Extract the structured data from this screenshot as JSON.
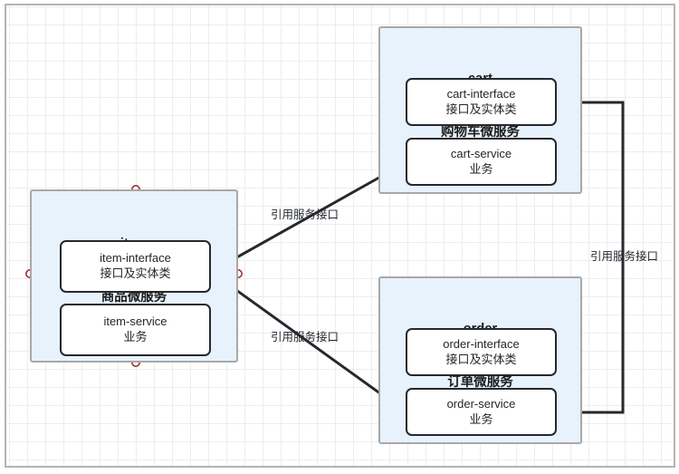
{
  "diagram": {
    "type": "microservice-architecture",
    "canvas": {
      "grid": "on",
      "background_color": "#ffffff",
      "grid_color": "#ededed"
    },
    "colors": {
      "group_fill": "#e8f2fc",
      "group_border": "#a8a8a8",
      "node_fill": "#ffffff",
      "node_border": "#25282d",
      "edge": "#25282d",
      "handle": "#a03030"
    },
    "groups": [
      {
        "id": "item",
        "title_en": "item",
        "title_cn": "商品微服务",
        "nodes": [
          {
            "id": "item-interface",
            "name_en": "item-interface",
            "name_cn": "接口及实体类"
          },
          {
            "id": "item-service",
            "name_en": "item-service",
            "name_cn": "业务"
          }
        ]
      },
      {
        "id": "cart",
        "title_en": "cart",
        "title_cn": "购物车微服务",
        "nodes": [
          {
            "id": "cart-interface",
            "name_en": "cart-interface",
            "name_cn": "接口及实体类"
          },
          {
            "id": "cart-service",
            "name_en": "cart-service",
            "name_cn": "业务"
          }
        ]
      },
      {
        "id": "order",
        "title_en": "order",
        "title_cn": "订单微服务",
        "nodes": [
          {
            "id": "order-interface",
            "name_en": "order-interface",
            "name_cn": "接口及实体类"
          },
          {
            "id": "order-service",
            "name_en": "order-service",
            "name_cn": "业务"
          }
        ]
      }
    ],
    "edges": [
      {
        "id": "item-to-cart",
        "from": "item-interface",
        "to": "cart-service",
        "label": "引用服务接口",
        "style": "straight-arrow"
      },
      {
        "id": "item-to-order",
        "from": "item-interface",
        "to": "order-service",
        "label": "引用服务接口",
        "style": "straight-arrow"
      },
      {
        "id": "cart-to-order",
        "from": "cart-interface",
        "to": "order-service",
        "label": "引用服务接口",
        "style": "orthogonal-arrow"
      }
    ]
  }
}
